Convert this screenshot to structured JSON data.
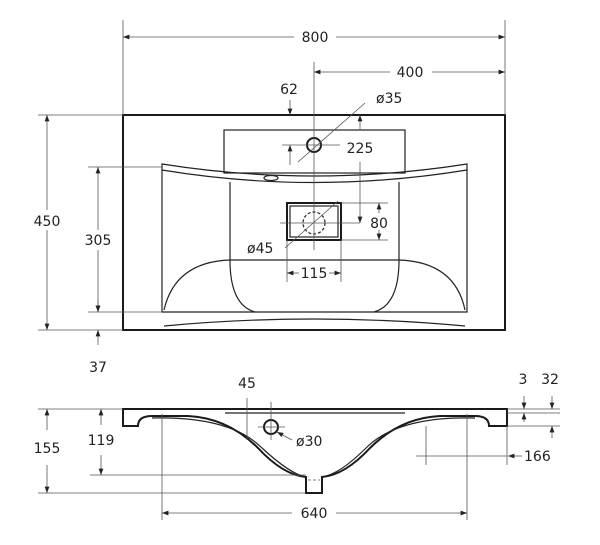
{
  "top_view": {
    "width": "800",
    "half_width": "400",
    "faucet_offset": "62",
    "faucet_hole": "ø35",
    "faucet_to_drain": "225",
    "drain_height": "80",
    "drain_hole": "ø45",
    "drain_width": "115",
    "depth": "450",
    "bowl_depth": "305",
    "front_edge": "37"
  },
  "side_view": {
    "faucet_depth": "45",
    "overflow_hole": "ø30",
    "slab_gap": "3",
    "slab_thickness": "32",
    "overall_height": "155",
    "bowl_height": "119",
    "side_ledge": "166",
    "bowl_width": "640"
  }
}
